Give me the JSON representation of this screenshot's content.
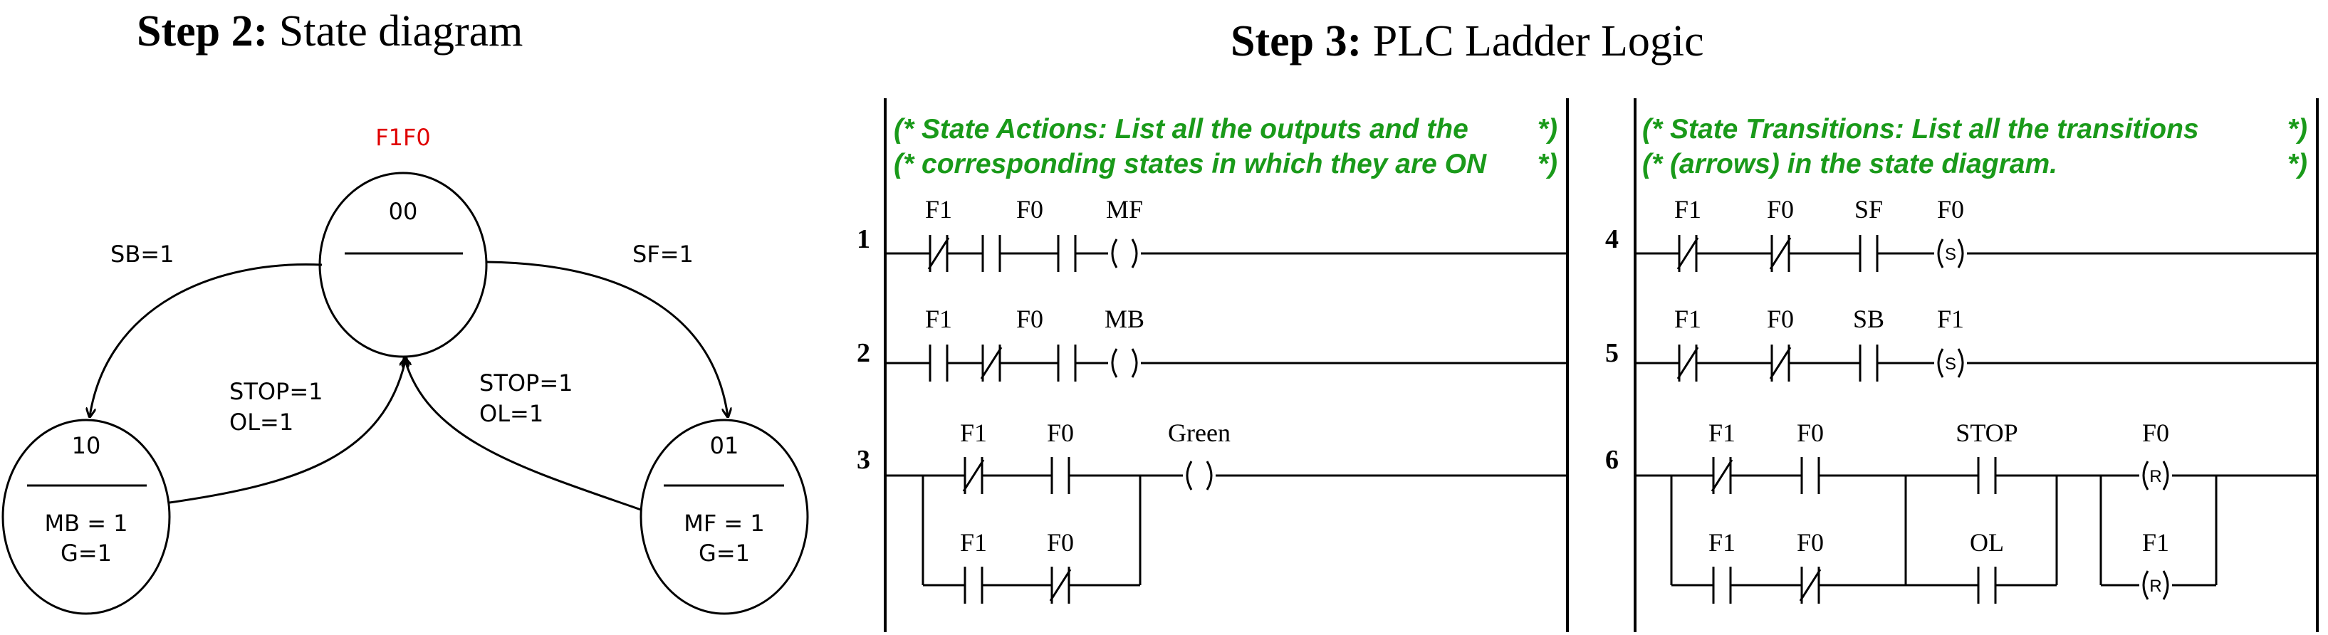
{
  "headings": {
    "step2_bold": "Step 2:",
    "step2_rest": "State diagram",
    "step3_bold": "Step 3:",
    "step3_rest": "PLC Ladder Logic"
  },
  "state_diagram": {
    "top_code": "F1F0",
    "states": {
      "s00": {
        "code": "00",
        "outputs": []
      },
      "s10": {
        "code": "10",
        "outputs": [
          "MB = 1",
          "G=1"
        ]
      },
      "s01": {
        "code": "01",
        "outputs": [
          "MF = 1",
          "G=1"
        ]
      }
    },
    "transitions": {
      "to_10": "SB=1",
      "to_01": "SF=1",
      "from_10": [
        "STOP=1",
        "OL=1"
      ],
      "from_01": [
        "STOP=1",
        "OL=1"
      ]
    }
  },
  "ladder": {
    "actions_comment": [
      {
        "left": "(* State Actions: List all the outputs and the",
        "right": "*)"
      },
      {
        "left": "(* corresponding states in which they are ON",
        "right": "*)"
      }
    ],
    "transitions_comment": [
      {
        "left": "(* State Transitions: List all the transitions",
        "right": "*)"
      },
      {
        "left": "(* (arrows) in the state diagram.",
        "right": "*)"
      }
    ],
    "rungs": [
      {
        "num": "1",
        "contacts": [
          "F1",
          "F0"
        ],
        "coil": "MF"
      },
      {
        "num": "2",
        "contacts": [
          "F1",
          "F0"
        ],
        "coil": "MB"
      },
      {
        "num": "3",
        "contacts_top": [
          "F1",
          "F0"
        ],
        "contacts_bottom": [
          "F1",
          "F0"
        ],
        "coil": "Green"
      },
      {
        "num": "4",
        "contacts": [
          "F1",
          "F0",
          "SF"
        ],
        "coil": "F0",
        "coil_letter": "S"
      },
      {
        "num": "5",
        "contacts": [
          "F1",
          "F0",
          "SB"
        ],
        "coil": "F1",
        "coil_letter": "S"
      },
      {
        "num": "6",
        "contacts_top": [
          "F1",
          "F0"
        ],
        "contacts_bottom": [
          "F1",
          "F0"
        ],
        "mid_top": "STOP",
        "mid_bottom": "OL",
        "coil_top": "F0",
        "coil_bottom": "F1",
        "coil_letter": "R"
      }
    ]
  }
}
